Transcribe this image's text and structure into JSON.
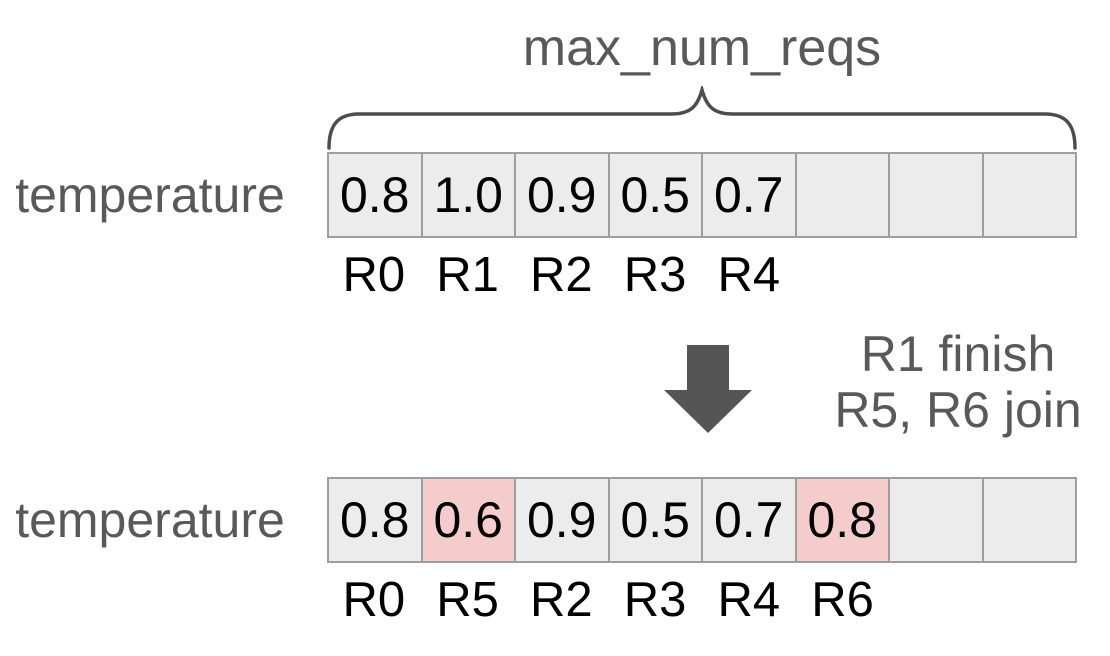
{
  "header": {
    "brace_label": "max_num_reqs"
  },
  "colors": {
    "cell_bg": "#ececec",
    "cell_highlight_bg": "#f4cccc",
    "cell_border": "#9e9e9e",
    "muted_text": "#595959",
    "arrow": "#555555",
    "brace": "#4d4d4d",
    "value_text": "#000000",
    "page_bg": "#ffffff"
  },
  "arrays": {
    "before": {
      "label": "temperature",
      "values": [
        "0.8",
        "1.0",
        "0.9",
        "0.5",
        "0.7",
        "",
        "",
        ""
      ],
      "highlighted_indices": [],
      "request_labels": [
        "R0",
        "R1",
        "R2",
        "R3",
        "R4",
        "",
        "",
        ""
      ]
    },
    "after": {
      "label": "temperature",
      "values": [
        "0.8",
        "0.6",
        "0.9",
        "0.5",
        "0.7",
        "0.8",
        "",
        ""
      ],
      "highlighted_indices": [
        1,
        5
      ],
      "request_labels": [
        "R0",
        "R5",
        "R2",
        "R3",
        "R4",
        "R6",
        "",
        ""
      ]
    }
  },
  "transition": {
    "caption_line1": "R1 finish",
    "caption_line2": "R5, R6 join"
  }
}
